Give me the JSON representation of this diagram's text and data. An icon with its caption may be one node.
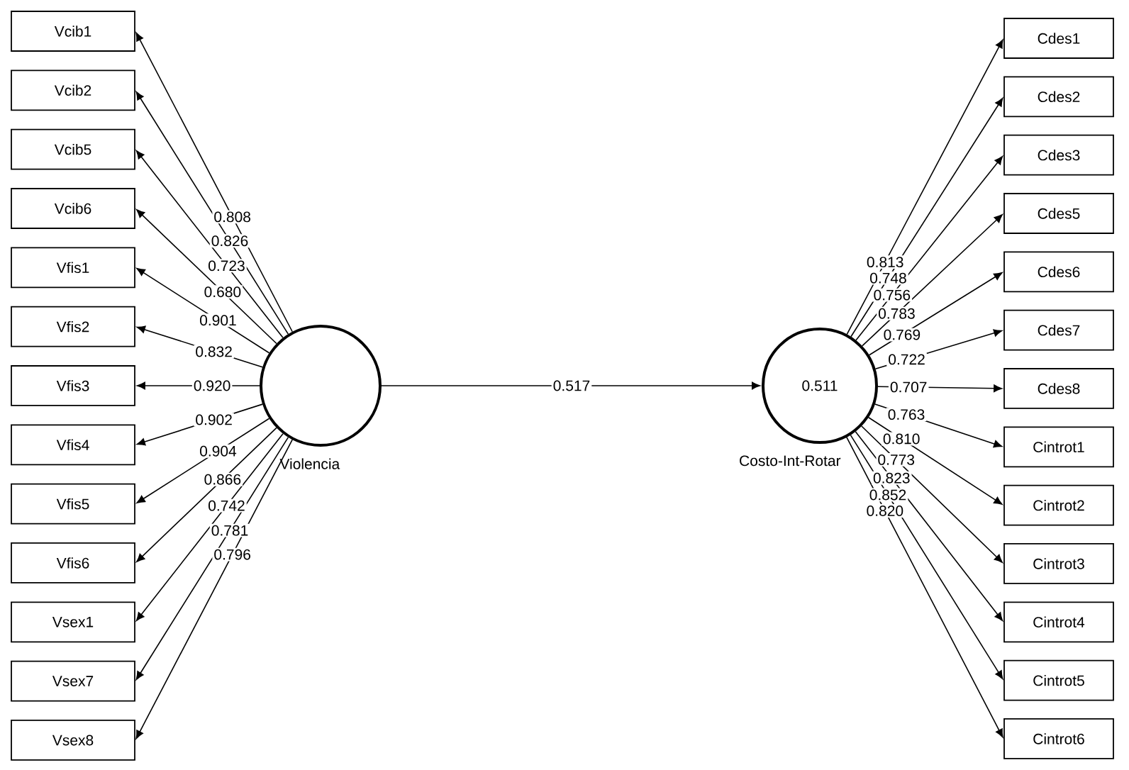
{
  "diagram": {
    "nodes": [
      {
        "text": [
          "Violencia"
        ]
      },
      {
        "text": [
          "Vcib1"
        ]
      },
      {
        "text": [
          "Vcib2"
        ]
      },
      {
        "text": [
          "Vcib5"
        ]
      },
      {
        "text": [
          "Vcib6"
        ]
      },
      {
        "text": [
          "Vfis1"
        ]
      },
      {
        "text": [
          "Vfis2"
        ]
      },
      {
        "text": [
          "Vfis3"
        ]
      },
      {
        "text": [
          "Vfis4"
        ]
      },
      {
        "text": [
          "Vfis5"
        ]
      },
      {
        "text": [
          "Vfis6"
        ]
      },
      {
        "text": [
          "Vsex1"
        ]
      },
      {
        "text": [
          "Vsex7"
        ]
      },
      {
        "text": [
          "Vsex8"
        ]
      },
      {
        "text": [
          "0.511",
          "Costo-Int-Rotar"
        ]
      },
      {
        "text": [
          "Cdes1"
        ]
      },
      {
        "text": [
          "Cdes2"
        ]
      },
      {
        "text": [
          "Cdes3"
        ]
      },
      {
        "text": [
          "Cdes5"
        ]
      },
      {
        "text": [
          "Cdes6"
        ]
      },
      {
        "text": [
          "Cdes7"
        ]
      },
      {
        "text": [
          "Cdes8"
        ]
      },
      {
        "text": [
          "Cintrot1"
        ]
      },
      {
        "text": [
          "Cintrot2"
        ]
      },
      {
        "text": [
          "Cintrot3"
        ]
      },
      {
        "text": [
          "Cintrot4"
        ]
      },
      {
        "text": [
          "Cintrot5"
        ]
      },
      {
        "text": [
          "Cintrot6"
        ]
      }
    ],
    "edges": [
      {
        "from": 0,
        "to": 1,
        "arrow": "to",
        "label": "0.808"
      },
      {
        "from": 0,
        "to": 2,
        "arrow": "to",
        "label": "0.826"
      },
      {
        "from": 0,
        "to": 3,
        "arrow": "to",
        "label": "0.723"
      },
      {
        "from": 0,
        "to": 4,
        "arrow": "to",
        "label": "0.680"
      },
      {
        "from": 0,
        "to": 5,
        "arrow": "to",
        "label": "0.901"
      },
      {
        "from": 0,
        "to": 6,
        "arrow": "to",
        "label": "0.832"
      },
      {
        "from": 0,
        "to": 7,
        "arrow": "to",
        "label": "0.920"
      },
      {
        "from": 0,
        "to": 8,
        "arrow": "to",
        "label": "0.902"
      },
      {
        "from": 0,
        "to": 9,
        "arrow": "to",
        "label": "0.904"
      },
      {
        "from": 0,
        "to": 10,
        "arrow": "to",
        "label": "0.866"
      },
      {
        "from": 0,
        "to": 11,
        "arrow": "to",
        "label": "0.742"
      },
      {
        "from": 0,
        "to": 12,
        "arrow": "to",
        "label": "0.781"
      },
      {
        "from": 0,
        "to": 13,
        "arrow": "to",
        "label": "0.796"
      },
      {
        "from": 0,
        "to": 14,
        "arrow": "to",
        "label": "0.517"
      },
      {
        "from": 14,
        "to": 15,
        "arrow": "to",
        "label": "0.813"
      },
      {
        "from": 14,
        "to": 16,
        "arrow": "to",
        "label": "0.748"
      },
      {
        "from": 14,
        "to": 17,
        "arrow": "to",
        "label": "0.756"
      },
      {
        "from": 14,
        "to": 18,
        "arrow": "to",
        "label": "0.783"
      },
      {
        "from": 14,
        "to": 19,
        "arrow": "to",
        "label": "0.769"
      },
      {
        "from": 14,
        "to": 20,
        "arrow": "to",
        "label": "0.722"
      },
      {
        "from": 14,
        "to": 21,
        "arrow": "to",
        "label": "0.707"
      },
      {
        "from": 14,
        "to": 22,
        "arrow": "to",
        "label": "0.763"
      },
      {
        "from": 14,
        "to": 23,
        "arrow": "to",
        "label": "0.810"
      },
      {
        "from": 14,
        "to": 24,
        "arrow": "to",
        "label": "0.773"
      },
      {
        "from": 14,
        "to": 25,
        "arrow": "to",
        "label": "0.823"
      },
      {
        "from": 14,
        "to": 26,
        "arrow": "to",
        "label": "0.852"
      },
      {
        "from": 14,
        "to": 27,
        "arrow": "to",
        "label": "0.820"
      }
    ]
  }
}
